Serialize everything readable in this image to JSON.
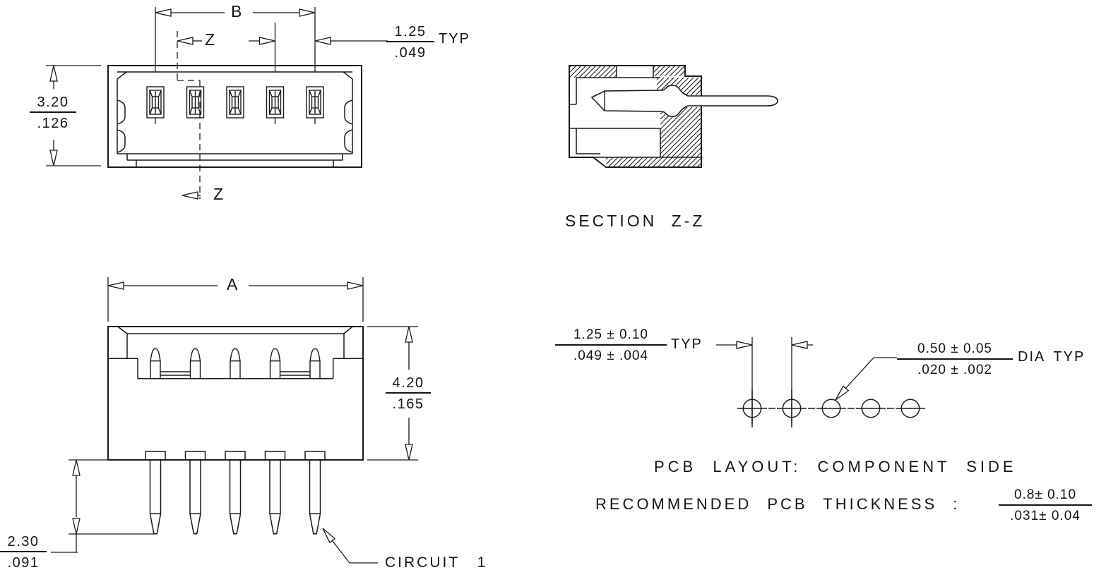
{
  "colors": {
    "background": "#ffffff",
    "line": "#1a1a1a"
  },
  "front_view": {
    "width_label": "B",
    "section_mark_top": "Z",
    "section_mark_bottom": "Z",
    "pitch": {
      "metric": "1.25",
      "inch": ".049",
      "qualifier": "TYP"
    },
    "height": {
      "metric": "3.20",
      "inch": ".126"
    }
  },
  "section_view": {
    "caption": "SECTION Z-Z"
  },
  "side_view": {
    "width_label": "A",
    "height": {
      "metric": "4.20",
      "inch": ".165"
    },
    "pin_length": {
      "metric": "2.30",
      "inch": ".091"
    },
    "circuit_callout": "CIRCUIT 1"
  },
  "pcb_view": {
    "pitch": {
      "metric": "1.25 ± 0.10",
      "inch": ".049 ± .004",
      "qualifier": "TYP"
    },
    "hole_dia": {
      "metric": "0.50 ± 0.05",
      "inch": ".020 ± .002",
      "qualifier": "DIA TYP"
    },
    "caption": "PCB LAYOUT: COMPONENT SIDE",
    "thickness_label": "RECOMMENDED PCB THICKNESS :",
    "thickness": {
      "metric": "0.8± 0.10",
      "inch": ".031± 0.04"
    }
  }
}
